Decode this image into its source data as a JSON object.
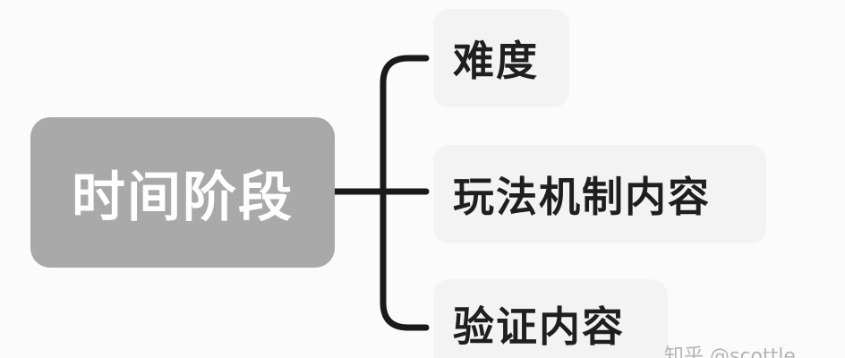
{
  "root": {
    "label": "时间阶段"
  },
  "children": [
    {
      "label": "难度"
    },
    {
      "label": "玩法机制内容"
    },
    {
      "label": "验证内容"
    }
  ],
  "watermark": "知乎 @scottle",
  "colors": {
    "background": "#fbfbfb",
    "root_fill": "#a9a9aa",
    "root_text": "#ffffff",
    "child_fill": "#f3f3f4",
    "child_text": "#1f1f1f",
    "connector": "#1a1a1a"
  }
}
